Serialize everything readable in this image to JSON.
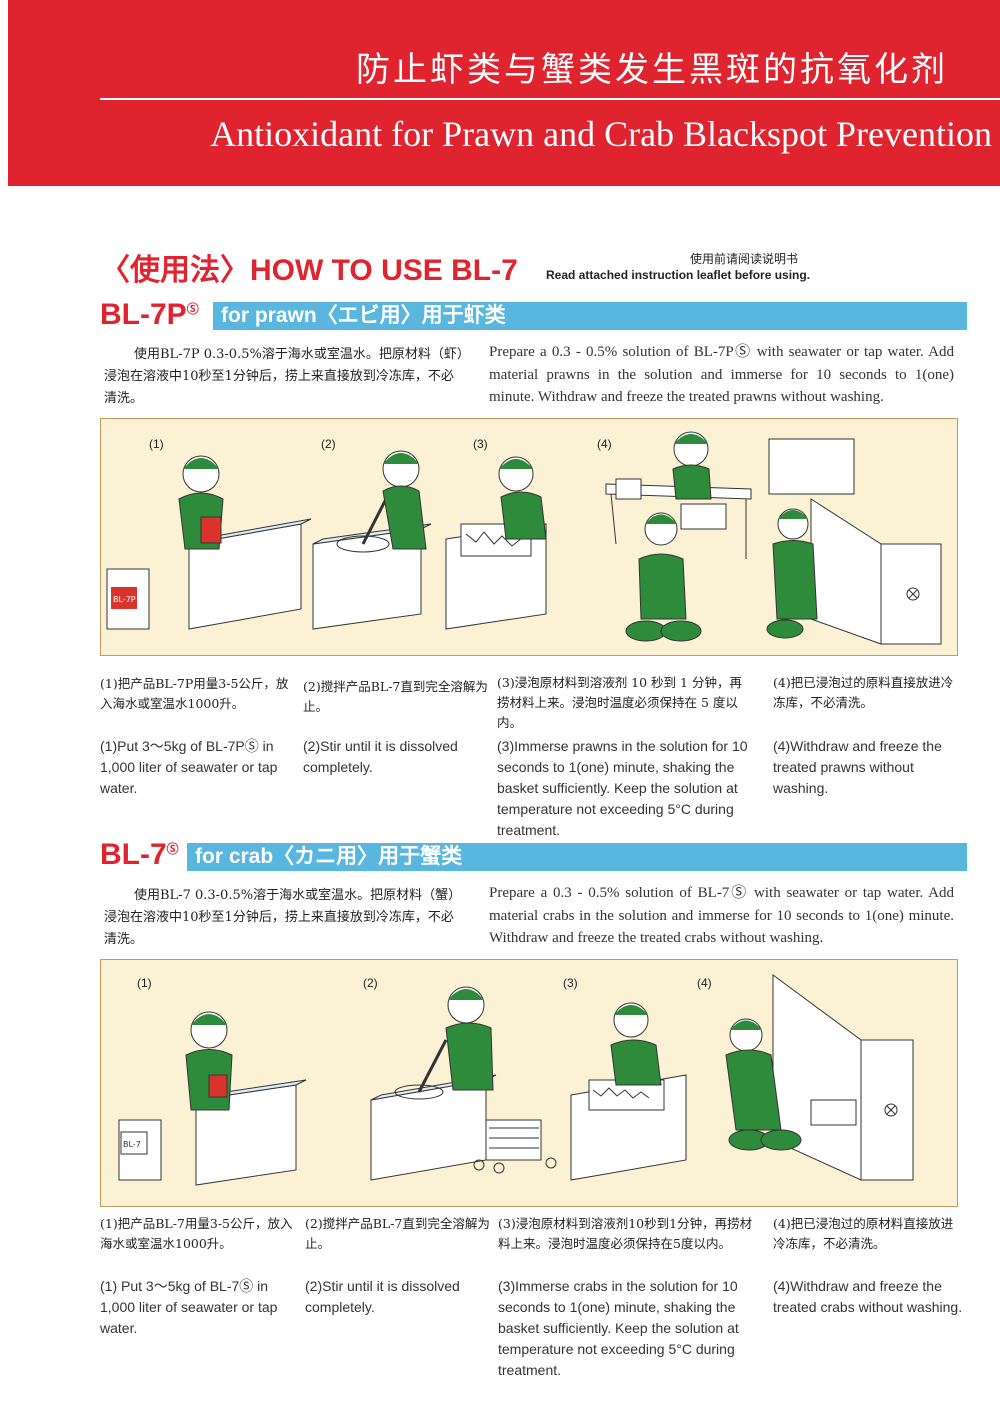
{
  "header": {
    "title_cn": "防止虾类与蟹类发生黑斑的抗氧化剂",
    "title_en": "Antioxidant for Prawn and Crab Blackspot Prevention"
  },
  "howto": {
    "heading": "〈使用法〉HOW TO USE BL-7",
    "note_cn": "使用前请阅读说明书",
    "note_en": "Read attached instruction leaflet before using."
  },
  "prawn": {
    "product": "BL-7P",
    "mark": "Ⓢ",
    "bar": "for prawn〈エビ用〉用于虾类",
    "intro_cn": "使用BL-7P 0.3-0.5%溶于海水或室温水。把原材料（虾）浸泡在溶液中10秒至1分钟后，捞上来直接放到冷冻库，不必清洗。",
    "intro_en": "Prepare a 0.3 - 0.5% solution of BL-7PⓈ with seawater or tap water. Add material prawns in the solution and immerse for 10 seconds to 1(one) minute. Withdraw and freeze the treated prawns without washing.",
    "can_label": "BL-7P",
    "steps": [
      {
        "num": "(1)",
        "cn": "(1)把产品BL-7P用量3-5公斤，放入海水或室温水1000升。",
        "en": "(1)Put 3～5kg of BL-7PⓈ in 1,000 liter of seawater or tap water."
      },
      {
        "num": "(2)",
        "cn": "(2)搅拌产品BL-7直到完全溶解为止。",
        "en": "(2)Stir until it is dissolved completely."
      },
      {
        "num": "(3)",
        "cn": "(3)浸泡原材料到溶液剂 10 秒到 1 分钟，再捞材料上来。浸泡时温度必须保持在 5 度以内。",
        "en": "(3)Immerse prawns in the solution for 10 seconds to 1(one) minute, shaking the basket sufficiently. Keep the solution at temperature not exceeding 5°C during treatment."
      },
      {
        "num": "(4)",
        "cn": "(4)把已浸泡过的原料直接放进冷冻库，不必清洗。",
        "en": "(4)Withdraw and freeze the treated prawns without washing."
      }
    ]
  },
  "crab": {
    "product": "BL-7",
    "mark": "Ⓢ",
    "bar": "for crab〈カニ用〉用于蟹类",
    "intro_cn": "使用BL-7 0.3-0.5%溶于海水或室温水。把原材料（蟹）浸泡在溶液中10秒至1分钟后，捞上来直接放到冷冻库，不必清洗。",
    "intro_en": "Prepare a 0.3 - 0.5% solution of BL-7Ⓢ with seawater or tap water. Add material crabs in the solution and immerse for 10 seconds to 1(one) minute. Withdraw and freeze the treated crabs without washing.",
    "can_label": "BL-7",
    "steps": [
      {
        "num": "(1)",
        "cn": "(1)把产品BL-7用量3-5公斤，放入海水或室温水1000升。",
        "en": "(1) Put 3～5kg of BL-7Ⓢ in 1,000 liter of seawater or tap water."
      },
      {
        "num": "(2)",
        "cn": "(2)搅拌产品BL-7直到完全溶解为止。",
        "en": "(2)Stir until it is dissolved completely."
      },
      {
        "num": "(3)",
        "cn": "(3)浸泡原材料到溶液剂10秒到1分钟，再捞材料上来。浸泡时温度必须保持在5度以内。",
        "en": "(3)Immerse crabs in the solution for 10 seconds to 1(one) minute, shaking the basket sufficiently. Keep the solution at temperature not exceeding 5°C during treatment."
      },
      {
        "num": "(4)",
        "cn": "(4)把已浸泡过的原材料直接放进冷冻库，不必清洗。",
        "en": "(4)Withdraw and freeze the treated crabs without washing."
      }
    ]
  },
  "colors": {
    "red": "#e0242f",
    "blue_bar": "#59b6de",
    "panel": "#fbf2d6",
    "worker_green": "#2e8b3c"
  }
}
